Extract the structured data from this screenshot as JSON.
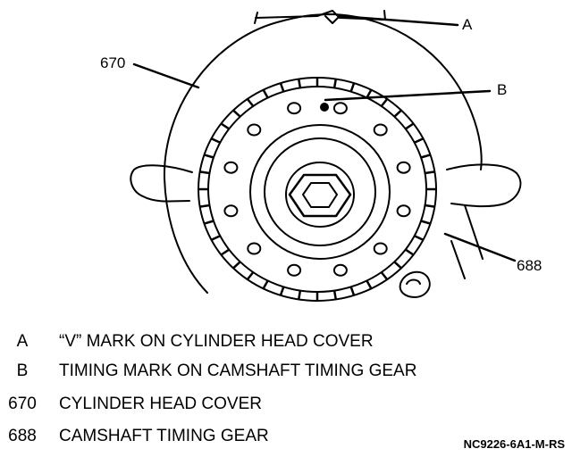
{
  "callouts": {
    "a": "A",
    "b": "B",
    "c670": "670",
    "c688": "688"
  },
  "legend": [
    {
      "key": "A",
      "text": "“V” MARK ON CYLINDER HEAD COVER"
    },
    {
      "key": "B",
      "text": "TIMING MARK ON CAMSHAFT TIMING GEAR"
    },
    {
      "key": "670",
      "text": "CYLINDER HEAD COVER"
    },
    {
      "key": "688",
      "text": "CAMSHAFT TIMING GEAR"
    }
  ],
  "figure_id": "NC9226-6A1-M-RS",
  "colors": {
    "ink": "#000000",
    "paper": "#ffffff"
  }
}
